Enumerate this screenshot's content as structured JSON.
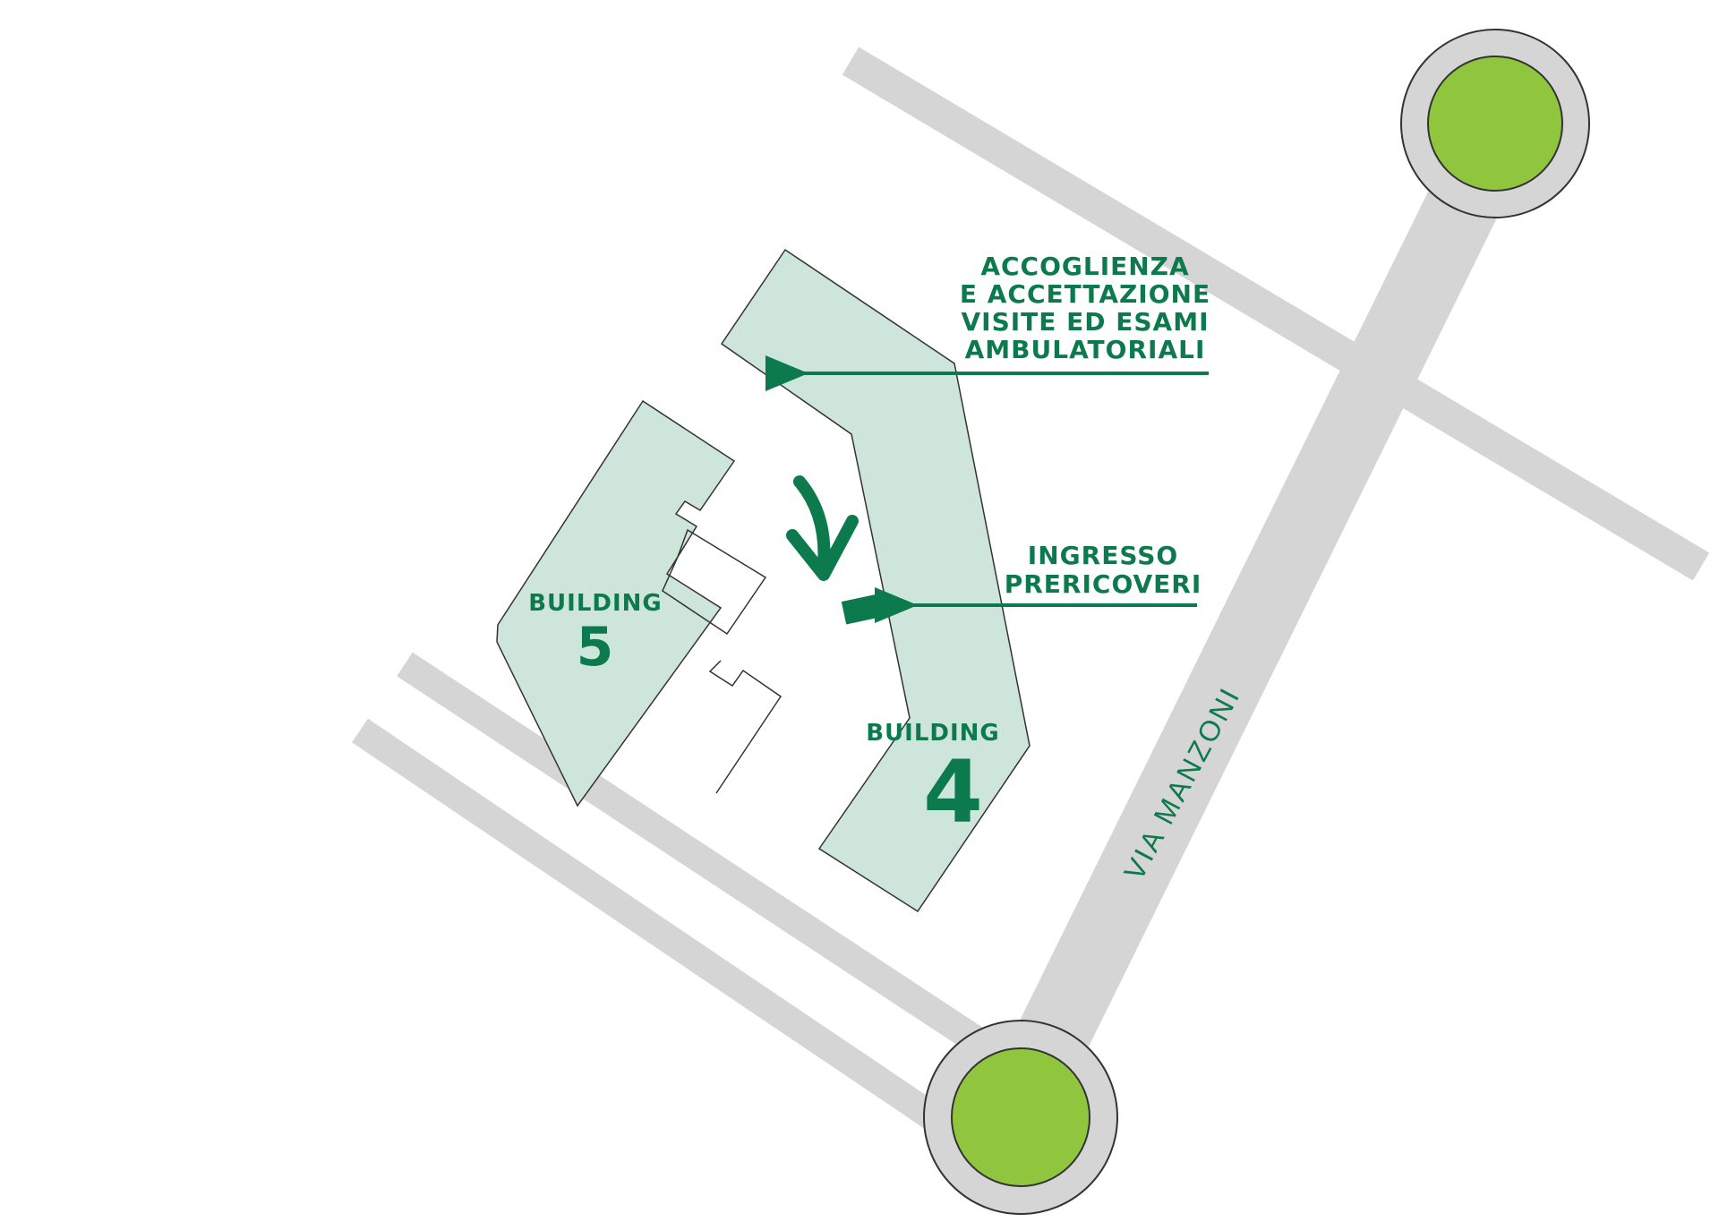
{
  "labels": {
    "reception_lines": [
      "ACCOGLIENZA",
      "E ACCETTAZIONE",
      "VISITE ED ESAMI",
      "AMBULATORIALI"
    ],
    "pre_admission_lines": [
      "INGRESSO",
      "PRERICOVERI"
    ],
    "building5_label": "BUILDING",
    "building5_number": "5",
    "building4_label": "BUILDING",
    "building4_number": "4",
    "street_name": "VIA MANZONI"
  },
  "colors": {
    "brand_green": "#0d7a4e",
    "building_fill": "#cde5da",
    "road": "#d5d5d5",
    "roundabout_center": "#90c63e",
    "outline": "#333333"
  },
  "icons": {
    "entrance_arrow": "curved-arrow-down-icon",
    "pointer_arrows": "arrow-left-icon"
  }
}
